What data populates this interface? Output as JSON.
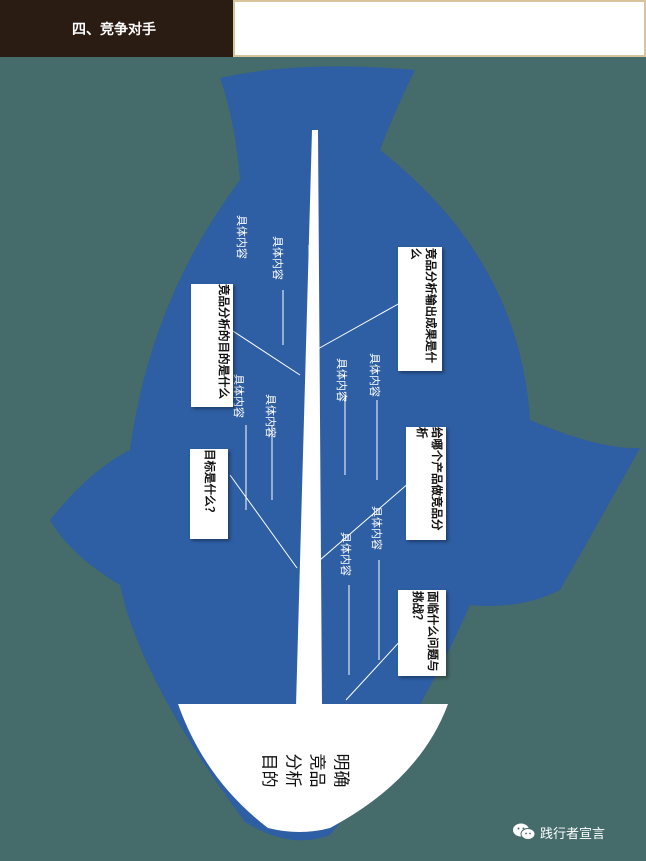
{
  "header": {
    "title": "四、竞争对手"
  },
  "colors": {
    "background": "#456b6a",
    "fish": "#2e5ea3",
    "header_dark": "#2a1b13",
    "header_border": "#d8c49a"
  },
  "diagram": {
    "head_text": {
      "col1": "明确",
      "col2": "竞品",
      "col3": "分析",
      "col4": "目的"
    },
    "boxes": {
      "purpose": "竞品分析的目的是什么",
      "output": "竞品分析输出成果是什么",
      "goal": "目标是什么？",
      "which_products": "给哪个产品做竞品分析",
      "challenges": "面临什么问题与挑战？"
    },
    "sub_labels": {
      "l1": "具体内容",
      "l2": "具体内容",
      "l3": "具体内容",
      "l4": "具体内容",
      "l5": "具体内容",
      "l6": "具体内容",
      "l7": "具体内容",
      "l8": "具体内容"
    }
  },
  "watermark": {
    "text": "践行者宣言",
    "icon": "wechat-icon"
  }
}
